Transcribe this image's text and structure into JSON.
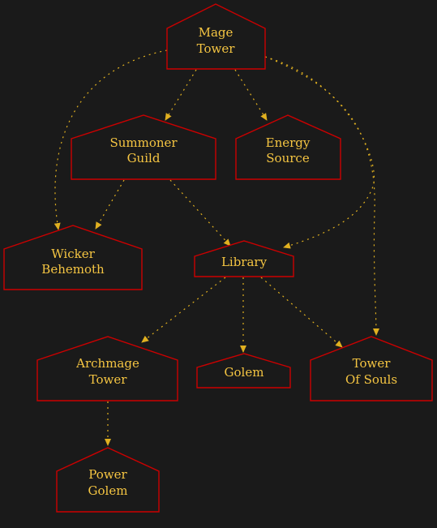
{
  "colors": {
    "background": "#1a1a1a",
    "node_border": "#cc0000",
    "text": "#f5c542",
    "edge": "#e0b020"
  },
  "nodes": {
    "mage_tower": {
      "line1": "Mage",
      "line2": "Tower"
    },
    "summoner_guild": {
      "line1": "Summoner",
      "line2": "Guild"
    },
    "energy_source": {
      "line1": "Energy",
      "line2": "Source"
    },
    "wicker_behemoth": {
      "line1": "Wicker",
      "line2": "Behemoth"
    },
    "library": {
      "line1": "Library"
    },
    "archmage_tower": {
      "line1": "Archmage",
      "line2": "Tower"
    },
    "golem": {
      "line1": "Golem"
    },
    "tower_of_souls": {
      "line1": "Tower",
      "line2": "Of Souls"
    },
    "power_golem": {
      "line1": "Power",
      "line2": "Golem"
    }
  },
  "edges": [
    {
      "from": "Mage Tower",
      "to": "Summoner Guild"
    },
    {
      "from": "Mage Tower",
      "to": "Energy Source"
    },
    {
      "from": "Mage Tower",
      "to": "Wicker Behemoth"
    },
    {
      "from": "Mage Tower",
      "to": "Library"
    },
    {
      "from": "Mage Tower",
      "to": "Tower Of Souls"
    },
    {
      "from": "Summoner Guild",
      "to": "Wicker Behemoth"
    },
    {
      "from": "Summoner Guild",
      "to": "Library"
    },
    {
      "from": "Library",
      "to": "Archmage Tower"
    },
    {
      "from": "Library",
      "to": "Golem"
    },
    {
      "from": "Library",
      "to": "Tower Of Souls"
    },
    {
      "from": "Archmage Tower",
      "to": "Power Golem"
    }
  ]
}
